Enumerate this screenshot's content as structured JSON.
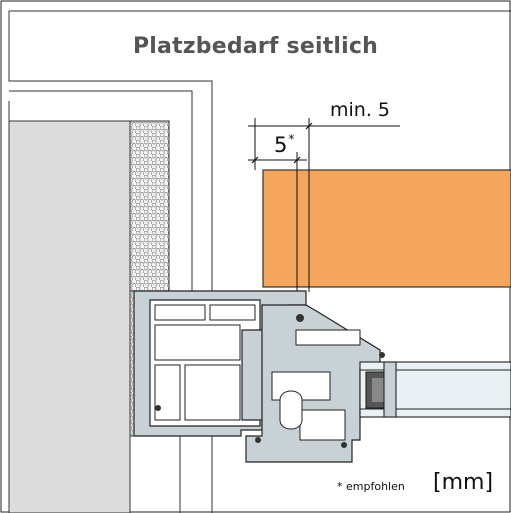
{
  "title": "Platzbedarf seitlich",
  "labels": {
    "min_dimension": "min. 5",
    "recommended_dimension": "5",
    "recommended_mark": "*",
    "footnote": "* empfohlen",
    "unit": "[mm]"
  },
  "colors": {
    "wall": "#dcdcdc",
    "insulation": "#f3f3f3",
    "reveal_board": "#f4a75c",
    "profile": "#c8d2d6",
    "glass": "#eaf1f4",
    "title_text": "#555555"
  }
}
